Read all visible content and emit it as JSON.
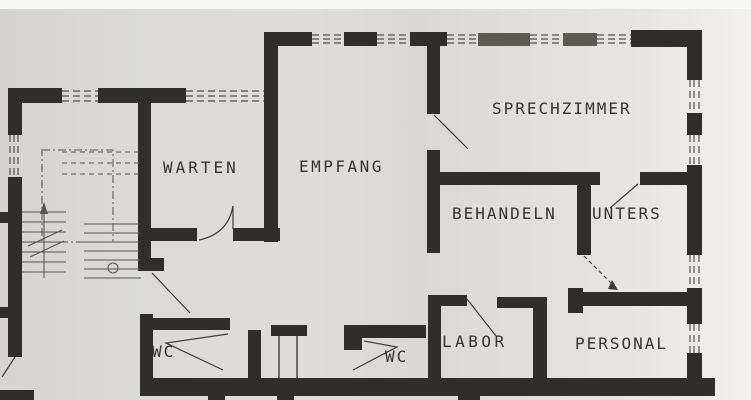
{
  "plan": {
    "rooms": [
      {
        "id": "warten",
        "label": "WARTEN"
      },
      {
        "id": "empfang",
        "label": "EMPFANG"
      },
      {
        "id": "sprechzimmer",
        "label": "SPRECHZIMMER"
      },
      {
        "id": "behandeln",
        "label": "BEHANDELN"
      },
      {
        "id": "unters",
        "label": "UNTERS"
      },
      {
        "id": "labor",
        "label": "LABOR"
      },
      {
        "id": "personal",
        "label": "PERSONAL"
      },
      {
        "id": "wc_left",
        "label": "WC"
      },
      {
        "id": "wc_right",
        "label": "WC"
      }
    ],
    "symbols": [
      {
        "name": "stair-direction-arrow"
      },
      {
        "name": "elevator-shaft"
      },
      {
        "name": "stair-newel-circle"
      },
      {
        "name": "door-swing"
      },
      {
        "name": "window-hatch"
      }
    ],
    "colors": {
      "wall": "#2f2e2b",
      "wall_scanned_gray": "#5b5a55",
      "paper": "#dcdbd7",
      "thin_line": "#55534e",
      "text": "#34332f"
    }
  }
}
